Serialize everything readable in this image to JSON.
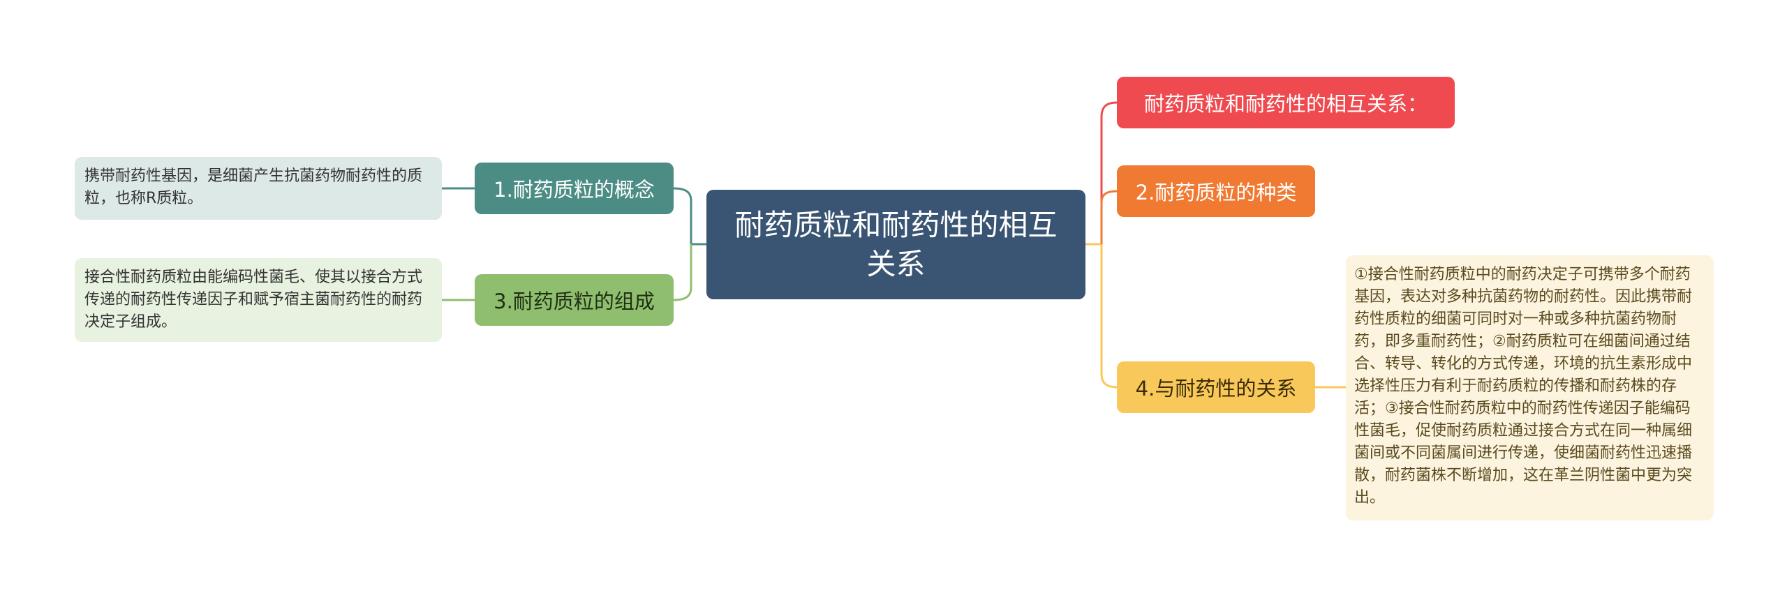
{
  "center": {
    "label": "耐药质粒和耐药性的相互关系"
  },
  "left_branches": [
    {
      "label": "1.耐药质粒的概念",
      "note": "携带耐药性基因，是细菌产生抗菌药物耐药性的质粒，也称R质粒。"
    },
    {
      "label": "3.耐药质粒的组成",
      "note": "接合性耐药质粒由能编码性菌毛、使其以接合方式传递的耐药性传递因子和赋予宿主菌耐药性的耐药决定子组成。"
    }
  ],
  "right_branches": [
    {
      "label": "耐药质粒和耐药性的相互关系："
    },
    {
      "label": "2.耐药质粒的种类"
    },
    {
      "label": "4.与耐药性的关系",
      "note": "①接合性耐药质粒中的耐药决定子可携带多个耐药基因，表达对多种抗菌药物的耐药性。因此携带耐药性质粒的细菌可同时对一种或多种抗菌药物耐药，即多重耐药性；②耐药质粒可在细菌间通过结合、转导、转化的方式传递，环境的抗生素形成中选择性压力有利于耐药质粒的传播和耐药株的存活；③接合性耐药质粒中的耐药性传递因子能编码性菌毛，促使耐药质粒通过接合方式在同一种属细菌间或不同菌属间进行传递，使细菌耐药性迅速播散，耐药菌株不断增加，这在革兰阴性菌中更为突出。"
    }
  ],
  "colors": {
    "center": "#3a5573",
    "branch_1": "#4b8c84",
    "branch_3": "#8fbf6e",
    "branch_relation": "#ee4a4f",
    "branch_2": "#f07a32",
    "branch_4": "#f8c95a"
  }
}
